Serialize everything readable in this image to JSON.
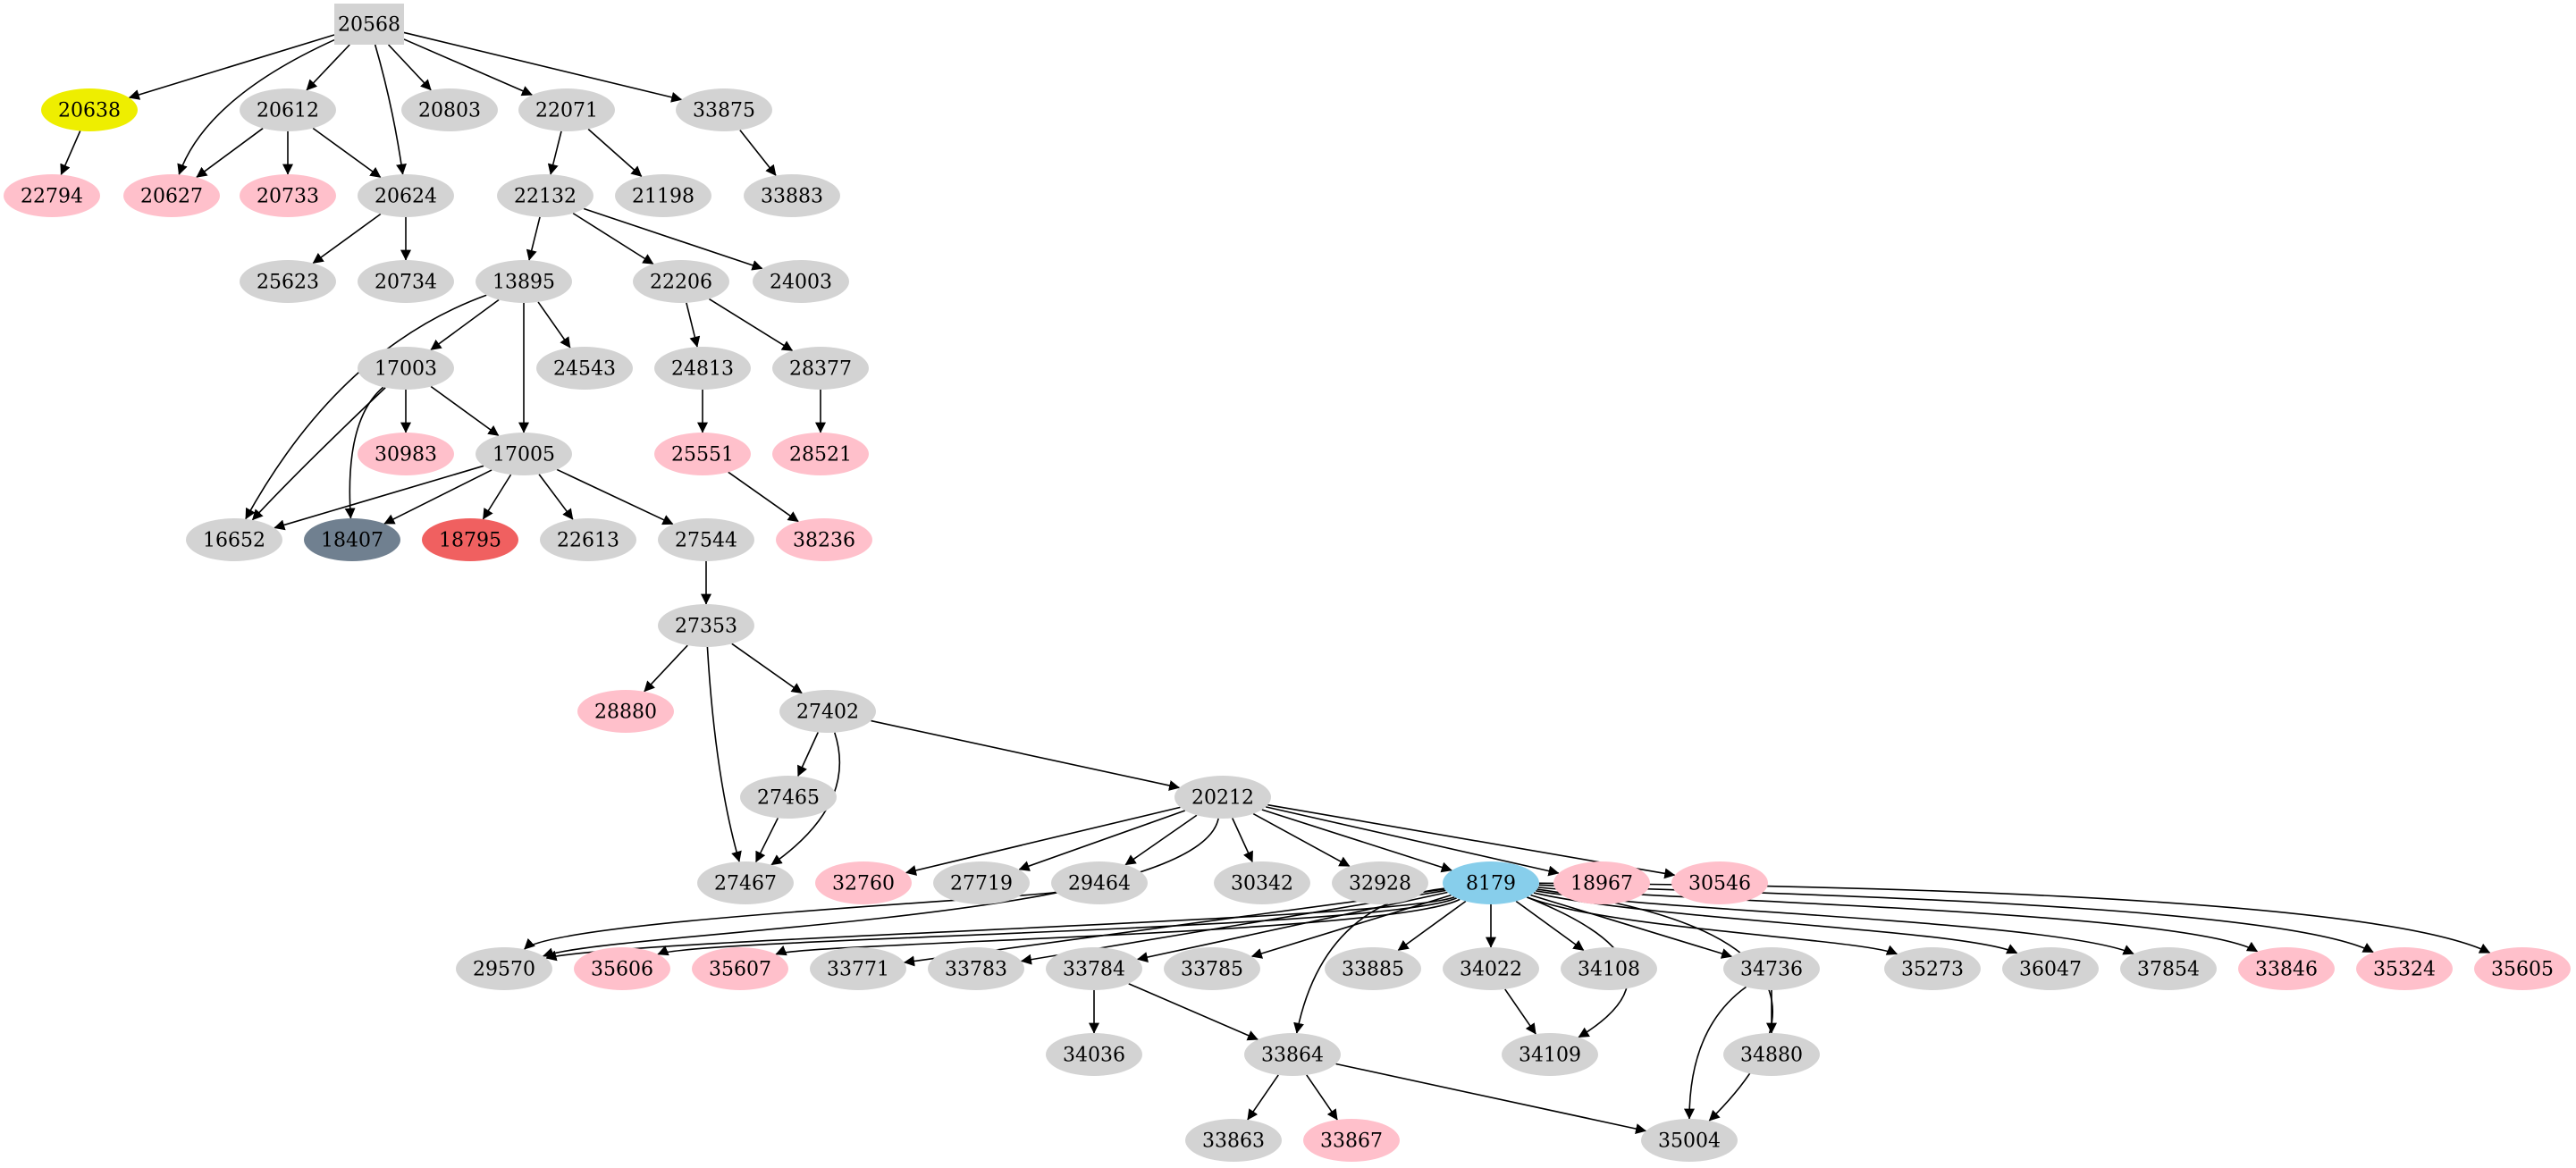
{
  "graph": {
    "nodes": [
      {
        "id": "20568",
        "label": "20568",
        "shape": "box",
        "color": "#d3d3d3"
      },
      {
        "id": "20638",
        "label": "20638",
        "color": "#eeee00"
      },
      {
        "id": "20612",
        "label": "20612",
        "color": "#d3d3d3"
      },
      {
        "id": "20803",
        "label": "20803",
        "color": "#d3d3d3"
      },
      {
        "id": "22071",
        "label": "22071",
        "color": "#d3d3d3"
      },
      {
        "id": "33875",
        "label": "33875",
        "color": "#d3d3d3"
      },
      {
        "id": "22794",
        "label": "22794",
        "color": "#ffc0cb"
      },
      {
        "id": "20627",
        "label": "20627",
        "color": "#ffc0cb"
      },
      {
        "id": "20733",
        "label": "20733",
        "color": "#ffc0cb"
      },
      {
        "id": "20624",
        "label": "20624",
        "color": "#d3d3d3"
      },
      {
        "id": "22132",
        "label": "22132",
        "color": "#d3d3d3"
      },
      {
        "id": "21198",
        "label": "21198",
        "color": "#d3d3d3"
      },
      {
        "id": "33883",
        "label": "33883",
        "color": "#d3d3d3"
      },
      {
        "id": "25623",
        "label": "25623",
        "color": "#d3d3d3"
      },
      {
        "id": "20734",
        "label": "20734",
        "color": "#d3d3d3"
      },
      {
        "id": "13895",
        "label": "13895",
        "color": "#d3d3d3"
      },
      {
        "id": "22206",
        "label": "22206",
        "color": "#d3d3d3"
      },
      {
        "id": "24003",
        "label": "24003",
        "color": "#d3d3d3"
      },
      {
        "id": "17003",
        "label": "17003",
        "color": "#d3d3d3"
      },
      {
        "id": "24543",
        "label": "24543",
        "color": "#d3d3d3"
      },
      {
        "id": "24813",
        "label": "24813",
        "color": "#d3d3d3"
      },
      {
        "id": "28377",
        "label": "28377",
        "color": "#d3d3d3"
      },
      {
        "id": "30983",
        "label": "30983",
        "color": "#ffc0cb"
      },
      {
        "id": "17005",
        "label": "17005",
        "color": "#d3d3d3"
      },
      {
        "id": "25551",
        "label": "25551",
        "color": "#ffc0cb"
      },
      {
        "id": "28521",
        "label": "28521",
        "color": "#ffc0cb"
      },
      {
        "id": "16652",
        "label": "16652",
        "color": "#d3d3d3"
      },
      {
        "id": "18407",
        "label": "18407",
        "color": "#708090"
      },
      {
        "id": "18795",
        "label": "18795",
        "color": "#f06060"
      },
      {
        "id": "22613",
        "label": "22613",
        "color": "#d3d3d3"
      },
      {
        "id": "27544",
        "label": "27544",
        "color": "#d3d3d3"
      },
      {
        "id": "38236",
        "label": "38236",
        "color": "#ffc0cb"
      },
      {
        "id": "27353",
        "label": "27353",
        "color": "#d3d3d3"
      },
      {
        "id": "28880",
        "label": "28880",
        "color": "#ffc0cb"
      },
      {
        "id": "27402",
        "label": "27402",
        "color": "#d3d3d3"
      },
      {
        "id": "27465",
        "label": "27465",
        "color": "#d3d3d3"
      },
      {
        "id": "20212",
        "label": "20212",
        "color": "#d3d3d3"
      },
      {
        "id": "27467",
        "label": "27467",
        "color": "#d3d3d3"
      },
      {
        "id": "32760",
        "label": "32760",
        "color": "#ffc0cb"
      },
      {
        "id": "27719",
        "label": "27719",
        "color": "#d3d3d3"
      },
      {
        "id": "29464",
        "label": "29464",
        "color": "#d3d3d3"
      },
      {
        "id": "30342",
        "label": "30342",
        "color": "#d3d3d3"
      },
      {
        "id": "32928",
        "label": "32928",
        "color": "#d3d3d3"
      },
      {
        "id": "8179",
        "label": "8179",
        "color": "#87ceeb"
      },
      {
        "id": "18967",
        "label": "18967",
        "color": "#ffc0cb"
      },
      {
        "id": "30546",
        "label": "30546",
        "color": "#ffc0cb"
      },
      {
        "id": "29570",
        "label": "29570",
        "color": "#d3d3d3"
      },
      {
        "id": "35606",
        "label": "35606",
        "color": "#ffc0cb"
      },
      {
        "id": "35607",
        "label": "35607",
        "color": "#ffc0cb"
      },
      {
        "id": "33771",
        "label": "33771",
        "color": "#d3d3d3"
      },
      {
        "id": "33783",
        "label": "33783",
        "color": "#d3d3d3"
      },
      {
        "id": "33784",
        "label": "33784",
        "color": "#d3d3d3"
      },
      {
        "id": "33785",
        "label": "33785",
        "color": "#d3d3d3"
      },
      {
        "id": "33885",
        "label": "33885",
        "color": "#d3d3d3"
      },
      {
        "id": "34022",
        "label": "34022",
        "color": "#d3d3d3"
      },
      {
        "id": "34108",
        "label": "34108",
        "color": "#d3d3d3"
      },
      {
        "id": "34736",
        "label": "34736",
        "color": "#d3d3d3"
      },
      {
        "id": "35273",
        "label": "35273",
        "color": "#d3d3d3"
      },
      {
        "id": "36047",
        "label": "36047",
        "color": "#d3d3d3"
      },
      {
        "id": "37854",
        "label": "37854",
        "color": "#d3d3d3"
      },
      {
        "id": "33846",
        "label": "33846",
        "color": "#ffc0cb"
      },
      {
        "id": "35324",
        "label": "35324",
        "color": "#ffc0cb"
      },
      {
        "id": "35605",
        "label": "35605",
        "color": "#ffc0cb"
      },
      {
        "id": "34036",
        "label": "34036",
        "color": "#d3d3d3"
      },
      {
        "id": "33864",
        "label": "33864",
        "color": "#d3d3d3"
      },
      {
        "id": "34109",
        "label": "34109",
        "color": "#d3d3d3"
      },
      {
        "id": "34880",
        "label": "34880",
        "color": "#d3d3d3"
      },
      {
        "id": "33863",
        "label": "33863",
        "color": "#d3d3d3"
      },
      {
        "id": "33867",
        "label": "33867",
        "color": "#ffc0cb"
      },
      {
        "id": "35004",
        "label": "35004",
        "color": "#d3d3d3"
      }
    ],
    "edges": [
      [
        "20568",
        "20638"
      ],
      [
        "20568",
        "20627"
      ],
      [
        "20568",
        "20612"
      ],
      [
        "20568",
        "20624"
      ],
      [
        "20568",
        "20803"
      ],
      [
        "20568",
        "22071"
      ],
      [
        "20568",
        "33875"
      ],
      [
        "20638",
        "22794"
      ],
      [
        "20612",
        "20627"
      ],
      [
        "20612",
        "20733"
      ],
      [
        "20612",
        "20624"
      ],
      [
        "22071",
        "22132"
      ],
      [
        "22071",
        "21198"
      ],
      [
        "33875",
        "33883"
      ],
      [
        "20624",
        "25623"
      ],
      [
        "20624",
        "20734"
      ],
      [
        "22132",
        "13895"
      ],
      [
        "22132",
        "22206"
      ],
      [
        "22132",
        "24003"
      ],
      [
        "13895",
        "16652"
      ],
      [
        "13895",
        "17003"
      ],
      [
        "13895",
        "17005"
      ],
      [
        "13895",
        "24543"
      ],
      [
        "22206",
        "24813"
      ],
      [
        "22206",
        "28377"
      ],
      [
        "17003",
        "16652"
      ],
      [
        "17003",
        "18407"
      ],
      [
        "17003",
        "30983"
      ],
      [
        "17003",
        "17005"
      ],
      [
        "24813",
        "25551"
      ],
      [
        "28377",
        "28521"
      ],
      [
        "17005",
        "16652"
      ],
      [
        "17005",
        "18407"
      ],
      [
        "17005",
        "18795"
      ],
      [
        "17005",
        "22613"
      ],
      [
        "17005",
        "27544"
      ],
      [
        "25551",
        "38236"
      ],
      [
        "27544",
        "27353"
      ],
      [
        "27353",
        "28880"
      ],
      [
        "27353",
        "27402"
      ],
      [
        "27353",
        "27467"
      ],
      [
        "27402",
        "27465"
      ],
      [
        "27402",
        "27467"
      ],
      [
        "27402",
        "20212"
      ],
      [
        "27465",
        "27467"
      ],
      [
        "20212",
        "32760"
      ],
      [
        "20212",
        "27719"
      ],
      [
        "20212",
        "29464"
      ],
      [
        "20212",
        "29570"
      ],
      [
        "20212",
        "30342"
      ],
      [
        "20212",
        "32928"
      ],
      [
        "20212",
        "8179"
      ],
      [
        "20212",
        "18967"
      ],
      [
        "20212",
        "30546"
      ],
      [
        "29464",
        "29570"
      ],
      [
        "8179",
        "29570"
      ],
      [
        "8179",
        "35606"
      ],
      [
        "8179",
        "35607"
      ],
      [
        "8179",
        "33771"
      ],
      [
        "8179",
        "33783"
      ],
      [
        "8179",
        "33784"
      ],
      [
        "8179",
        "33785"
      ],
      [
        "8179",
        "33885"
      ],
      [
        "8179",
        "34022"
      ],
      [
        "8179",
        "34108"
      ],
      [
        "8179",
        "34736"
      ],
      [
        "8179",
        "35273"
      ],
      [
        "8179",
        "36047"
      ],
      [
        "8179",
        "37854"
      ],
      [
        "8179",
        "33846"
      ],
      [
        "8179",
        "35324"
      ],
      [
        "8179",
        "35605"
      ],
      [
        "8179",
        "33864"
      ],
      [
        "8179",
        "34109"
      ],
      [
        "8179",
        "35004"
      ],
      [
        "33784",
        "34036"
      ],
      [
        "33784",
        "33864"
      ],
      [
        "34022",
        "34109"
      ],
      [
        "34736",
        "34880"
      ],
      [
        "34736",
        "35004"
      ],
      [
        "33864",
        "33863"
      ],
      [
        "33864",
        "33867"
      ],
      [
        "33864",
        "35004"
      ]
    ]
  }
}
